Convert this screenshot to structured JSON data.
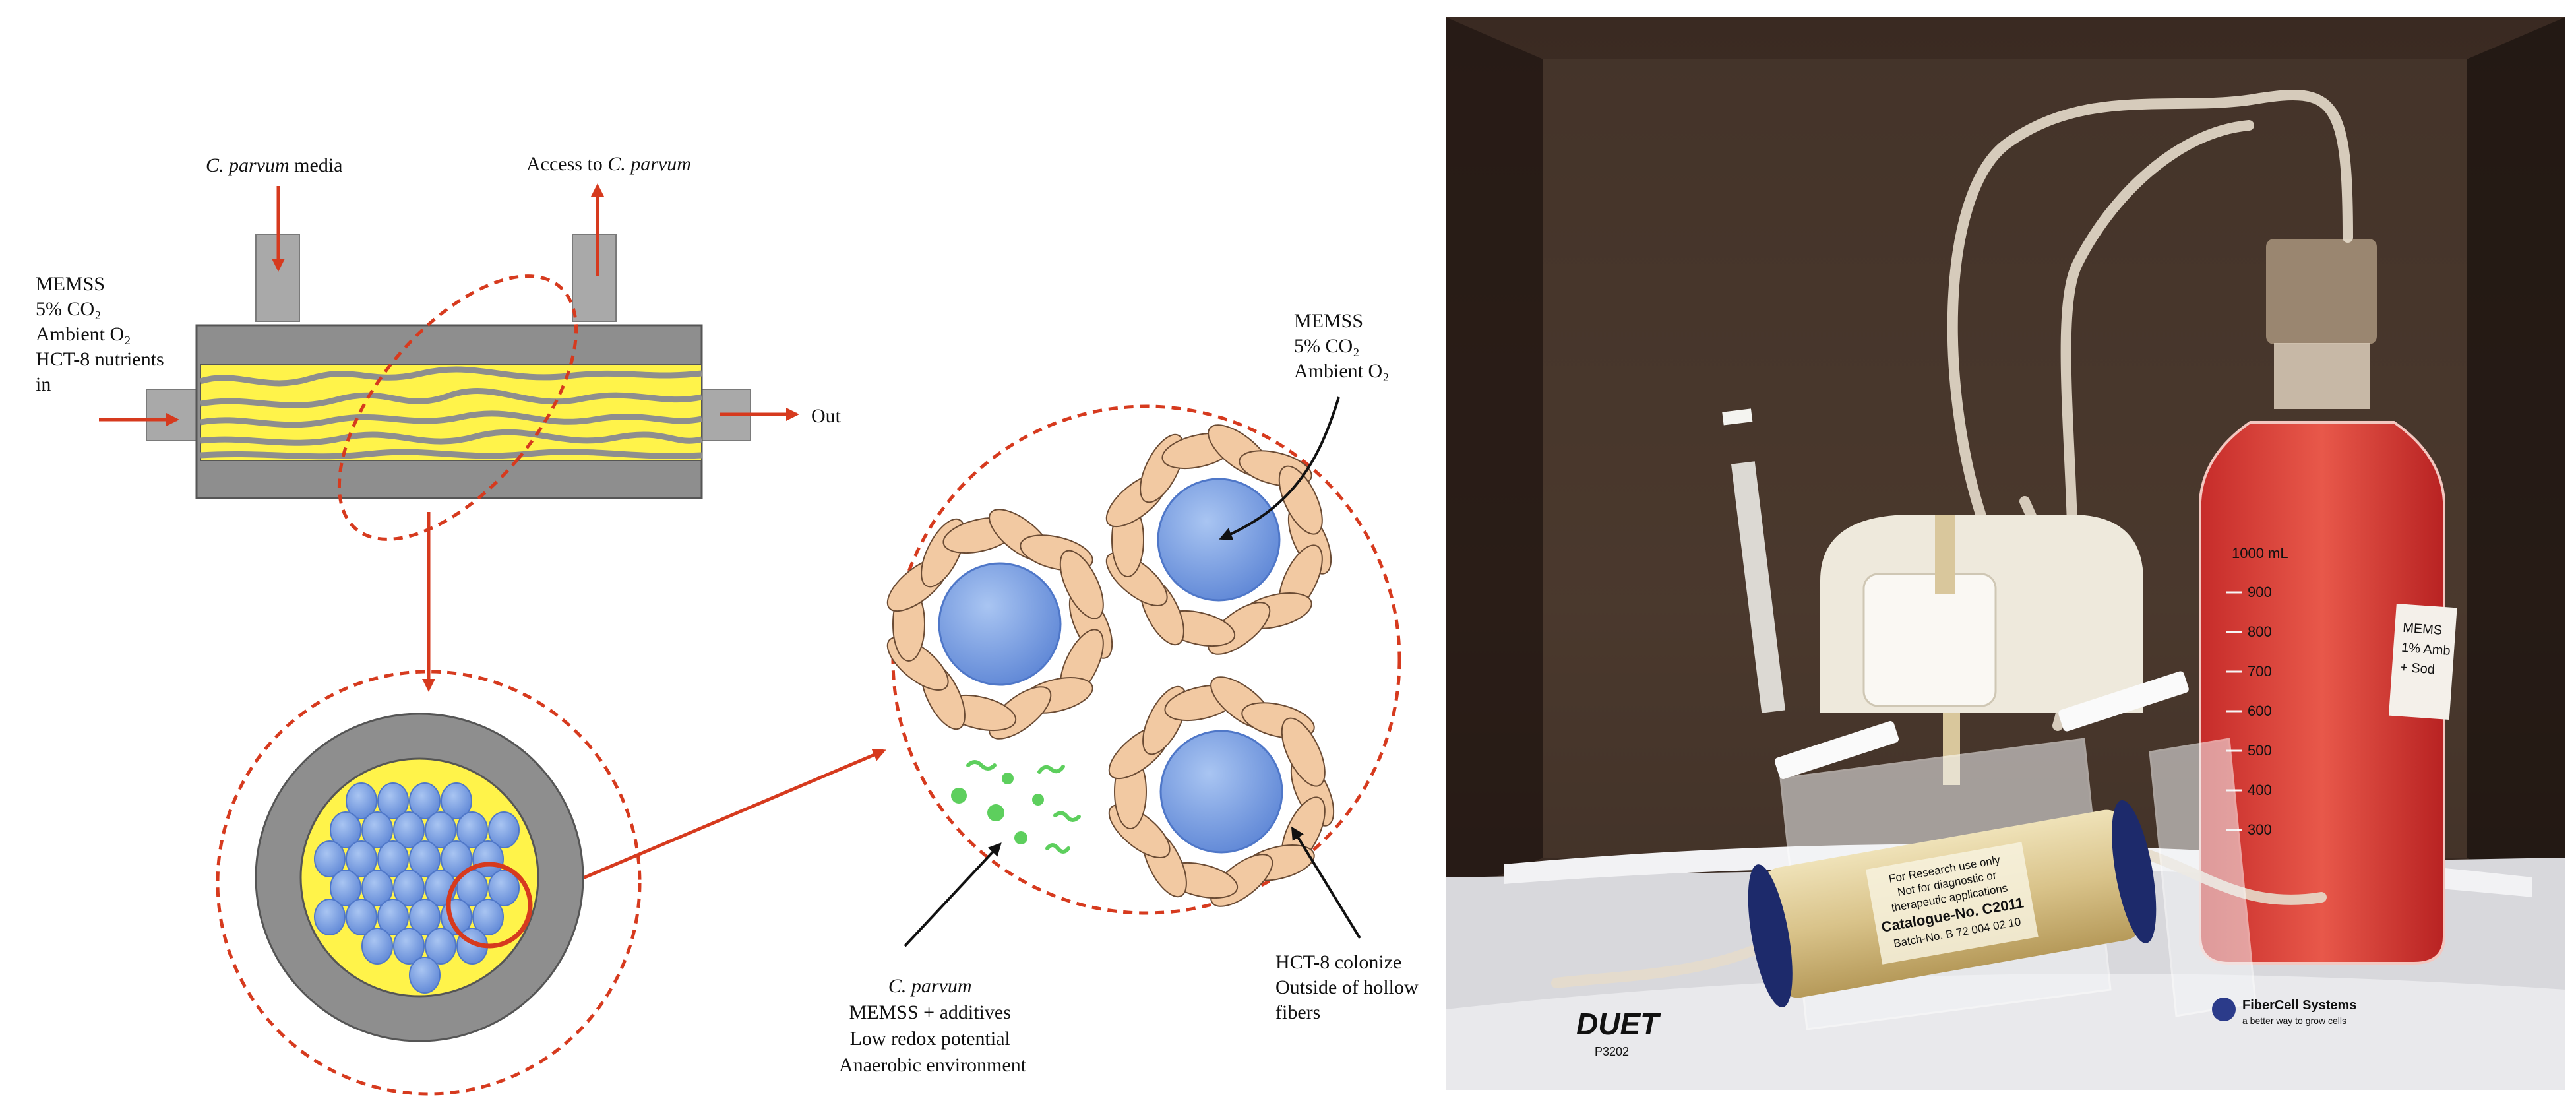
{
  "labels": {
    "inlet_media": {
      "italic": "C. parvum",
      "rest": " media"
    },
    "access": {
      "plain": "Access to ",
      "italic": "C. parvum"
    },
    "inlet_left": [
      "MEMSS",
      "5% CO₂",
      "Ambient O₂",
      "HCT-8 nutrients",
      "in"
    ],
    "out": "Out",
    "right_callout": [
      "MEMSS",
      "5% CO₂",
      "Ambient O₂"
    ],
    "parvum_callout": {
      "italic": "C. parvum",
      "lines": [
        "MEMSS + additives",
        "Low redox potential",
        "Anaerobic environment"
      ]
    },
    "hct8_callout": [
      "HCT-8 colonize",
      "Outside of hollow",
      "fibers"
    ]
  },
  "photo": {
    "bottle_volume": "1000 mL",
    "bottle_ticks": [
      "900",
      "800",
      "700",
      "600",
      "500",
      "400",
      "300"
    ],
    "cartridge_lines": [
      "For Research use only",
      "Not for diagnostic or",
      "therapeutic applications",
      "Catalogue-No. C2011",
      "Batch-No. B 72 004 02 10"
    ],
    "pump_brand": "DUET",
    "pump_model": "P3202",
    "company": "FiberCell Systems",
    "company_tag": "a better way to grow cells",
    "handwritten": [
      "MEMS",
      "1% Amb",
      "+ Sod"
    ]
  },
  "colors": {
    "red": "#d63a1e",
    "yellow": "#fff34a",
    "gray": "#8e8e8e",
    "blue": "#7ea3e3",
    "tan": "#f2c9a2"
  }
}
